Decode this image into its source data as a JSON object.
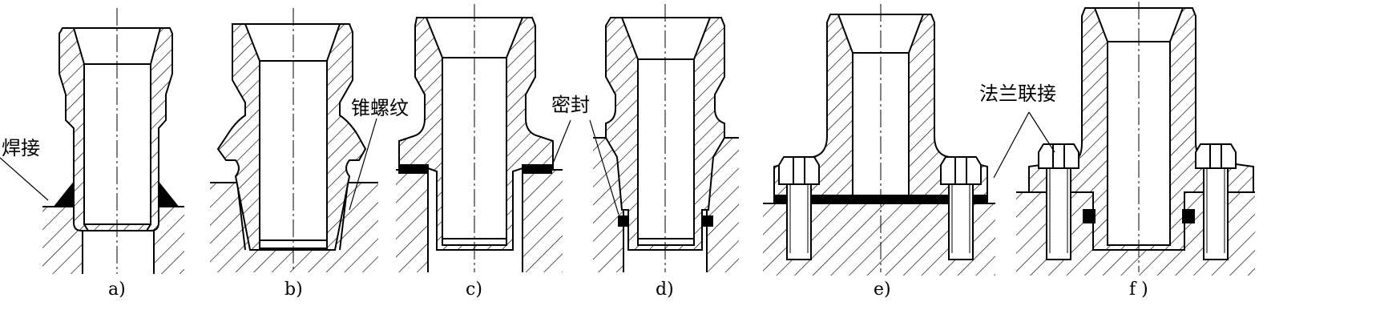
{
  "labels": {
    "weld": "焊接",
    "taper_thread": "锥螺纹",
    "seal": "密封",
    "flange_joint": "法兰联接"
  },
  "captions": [
    "a)",
    "b)",
    "c)",
    "d)",
    "e)",
    "f )"
  ],
  "colors": {
    "ink": "#000000",
    "background": "#ffffff"
  }
}
